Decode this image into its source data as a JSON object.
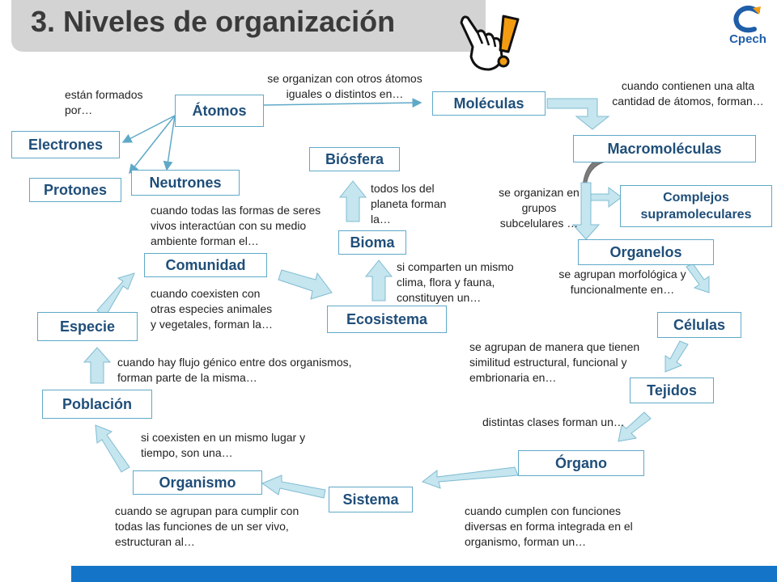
{
  "title": "3. Niveles de organización",
  "logo": {
    "text": "Cpech"
  },
  "colors": {
    "box_border": "#5fa9c8",
    "box_text": "#1f4e79",
    "arrow_fill": "#c5e5ef",
    "arrow_stroke": "#7fbcd2",
    "bottom_bar": "#1475c8",
    "title_bar": "#d3d3d3",
    "accent_orange": "#f39c12"
  },
  "icons": [
    "pointing-hand-icon",
    "exclamation-icon",
    "cpech-logo-icon"
  ],
  "levels": {
    "atomos": "Átomos",
    "electrones": "Electrones",
    "protones": "Protones",
    "neutrones": "Neutrones",
    "moleculas": "Moléculas",
    "macromoleculas": "Macromoléculas",
    "complejos": "Complejos supramoleculares",
    "organelos": "Organelos",
    "celulas": "Células",
    "tejidos": "Tejidos",
    "organo": "Órgano",
    "sistema": "Sistema",
    "organismo": "Organismo",
    "poblacion": "Población",
    "especie": "Especie",
    "comunidad": "Comunidad",
    "ecosistema": "Ecosistema",
    "bioma": "Bioma",
    "biosfera": "Biósfera"
  },
  "notes": {
    "formados": "están formados por…",
    "moleculas": "se organizan con otros átomos iguales o distintos en…",
    "macro": "cuando contienen una alta cantidad de átomos, forman…",
    "subcelulares": "se organizan en grupos subcelulares …",
    "celulas": "se agrupan morfológica y funcionalmente en…",
    "tejidos": "se agrupan de manera que tienen similitud estructural, funcional y embrionaria en…",
    "organo": "distintas clases forman un…",
    "sistema": "cuando cumplen con funciones diversas en forma integrada en el organismo, forman un…",
    "organismo": "cuando se agrupan para cumplir con todas las funciones de un ser vivo, estructuran al…",
    "poblacion": "si coexisten en un mismo lugar y tiempo, son una…",
    "especie": "cuando hay flujo génico entre dos organismos, forman parte de la misma…",
    "comunidad": "cuando coexisten con otras especies animales y vegetales, forman la…",
    "ecosistema": "cuando todas las formas de seres vivos interactúan con su medio ambiente forman el…",
    "bioma": "si comparten un mismo clima, flora y fauna, constituyen un…",
    "biosfera": "todos los del planeta forman la…"
  }
}
